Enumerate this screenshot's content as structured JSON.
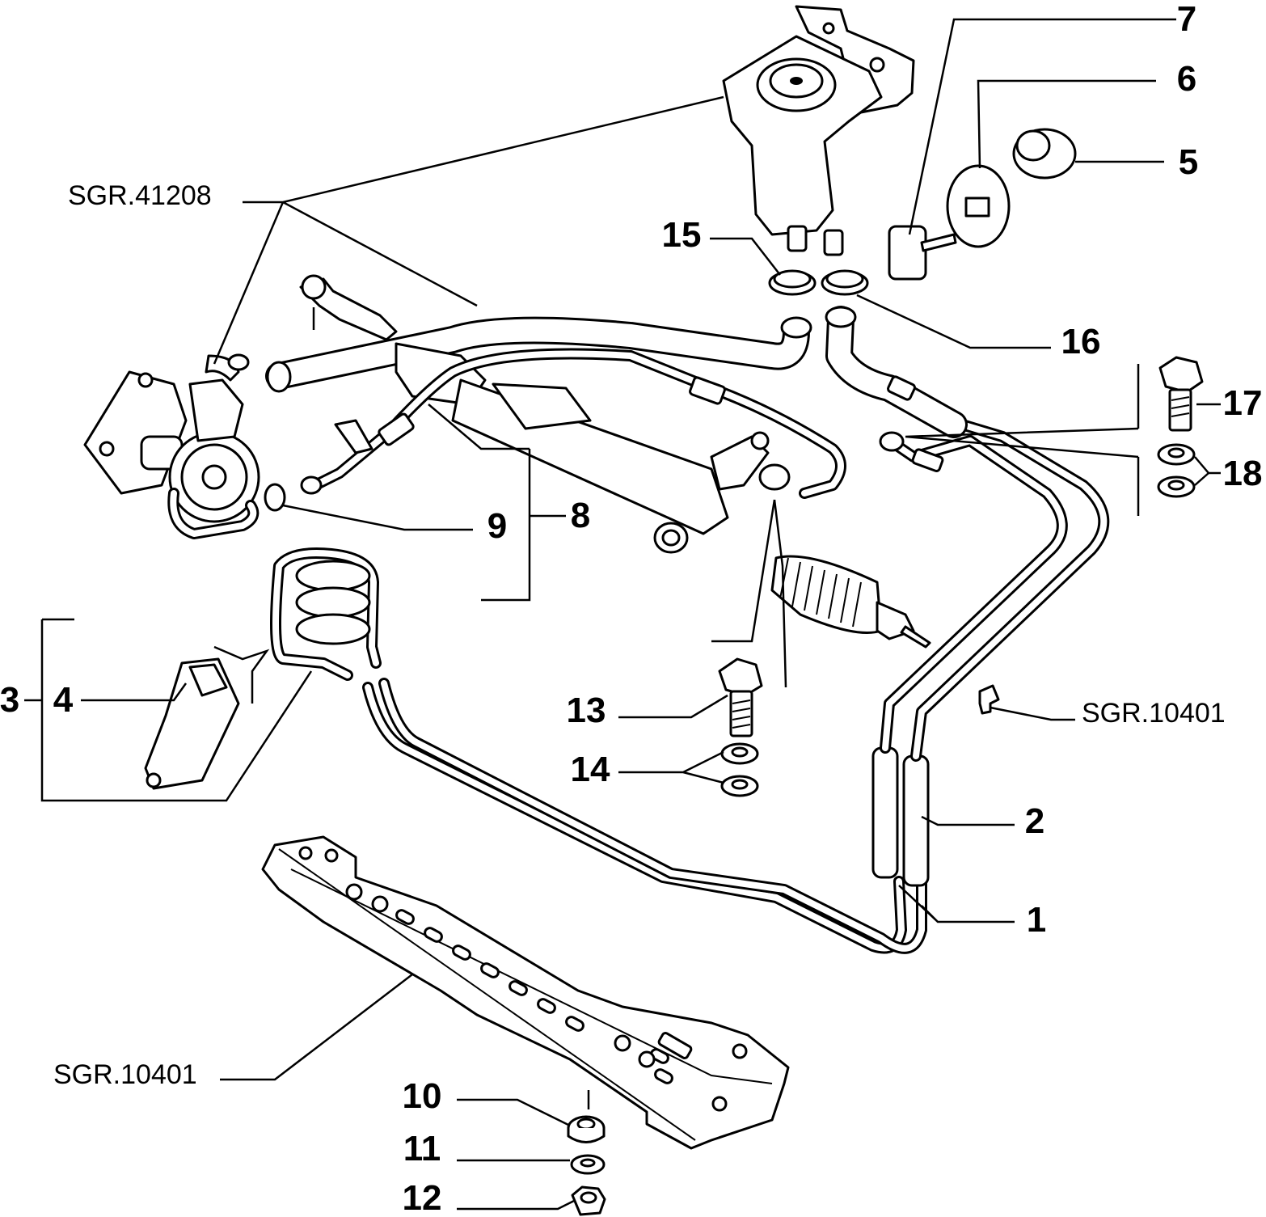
{
  "diagram": {
    "callouts": {
      "c1": "1",
      "c2": "2",
      "c3": "3",
      "c4": "4",
      "c5": "5",
      "c6": "6",
      "c7": "7",
      "c8": "8",
      "c9": "9",
      "c10": "10",
      "c11": "11",
      "c12": "12",
      "c13": "13",
      "c14": "14",
      "c15": "15",
      "c16": "16",
      "c17": "17",
      "c18": "18"
    },
    "references": {
      "top_left": "SGR.41208",
      "right": "SGR.10401",
      "bottom_left": "SGR.10401"
    }
  }
}
